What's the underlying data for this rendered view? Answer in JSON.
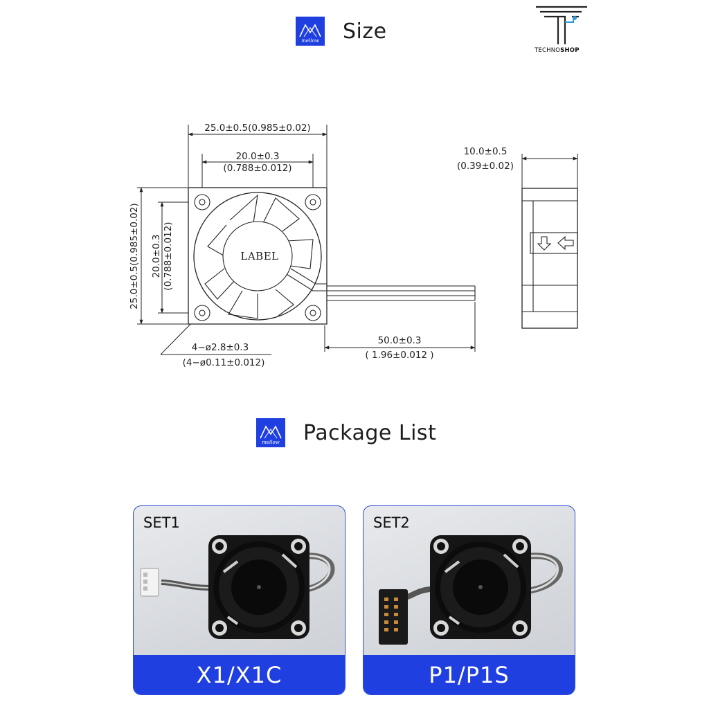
{
  "headings": {
    "size": "Size",
    "package_list": "Package List"
  },
  "brand": {
    "logo_icon": "mellow-logo-icon",
    "logo_text": "mellow",
    "color": "#1f3fe0"
  },
  "shop": {
    "logo_icon": "technoshop-logo-icon",
    "name_light": "TECHNO",
    "name_bold": "SHOP"
  },
  "dimensions": {
    "width_total": "25.0±0.5(0.985±0.02)",
    "hole_spacing_h": "20.0±0.3",
    "hole_spacing_h_in": "(0.788±0.012)",
    "height_total": "25.0±0.5(0.985±0.02)",
    "hole_spacing_v": "20.0±0.3",
    "hole_spacing_v_in": "(0.788±0.012)",
    "thickness": "10.0±0.5",
    "thickness_in": "(0.39±0.02)",
    "cable_length": "50.0±0.3",
    "cable_length_in": "( 1.96±0.012 )",
    "hole_dia": "4−ø2.8±0.3",
    "hole_dia_in": "(4−ø0.11±0.012)",
    "fan_label": "LABEL"
  },
  "package": {
    "sets": [
      {
        "label": "SET1",
        "model": "X1/X1C"
      },
      {
        "label": "SET2",
        "model": "P1/P1S"
      }
    ]
  }
}
